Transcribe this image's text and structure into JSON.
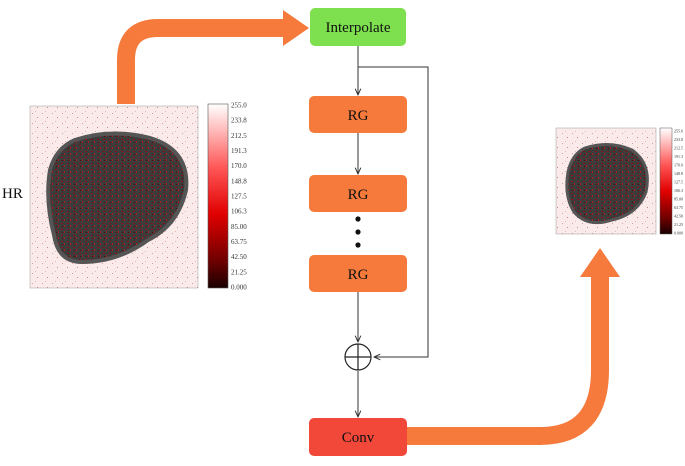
{
  "input": {
    "label": "HR"
  },
  "blocks": {
    "interpolate": "Interpolate",
    "rg1": "RG",
    "rg2": "RG",
    "rg3": "RG",
    "conv": "Conv"
  },
  "colorbar_ticks": [
    "255.0",
    "233.8",
    "212.5",
    "191.3",
    "170.0",
    "148.8",
    "127.5",
    "106.3",
    "85.00",
    "63.75",
    "42.50",
    "21.25",
    "0.000"
  ],
  "colors": {
    "interpolate": "#7ee04f",
    "rg": "#f57a3c",
    "conv": "#f2483a",
    "arrow": "#f57a3c"
  }
}
